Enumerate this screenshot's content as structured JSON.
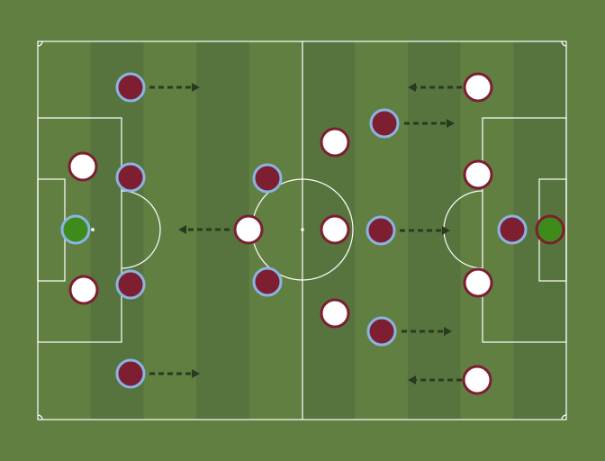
{
  "colors": {
    "grass": "#627f42",
    "grass_stripe": "#58743e",
    "lines": "#ffffff",
    "arrow": "#2b3a1f",
    "home_fill": "#7d1e31",
    "home_border": "#8ab4e4",
    "away_fill": "#ffffff",
    "away_border": "#7d1e31",
    "goalkeeper_fill": "#3e8a1a"
  },
  "teams": {
    "home": {
      "formation_players": 11,
      "goalkeeper_count": 1
    },
    "away": {
      "formation_players": 11,
      "goalkeeper_count": 1
    }
  },
  "movement_arrows": {
    "count": 8,
    "style": "dashed"
  }
}
